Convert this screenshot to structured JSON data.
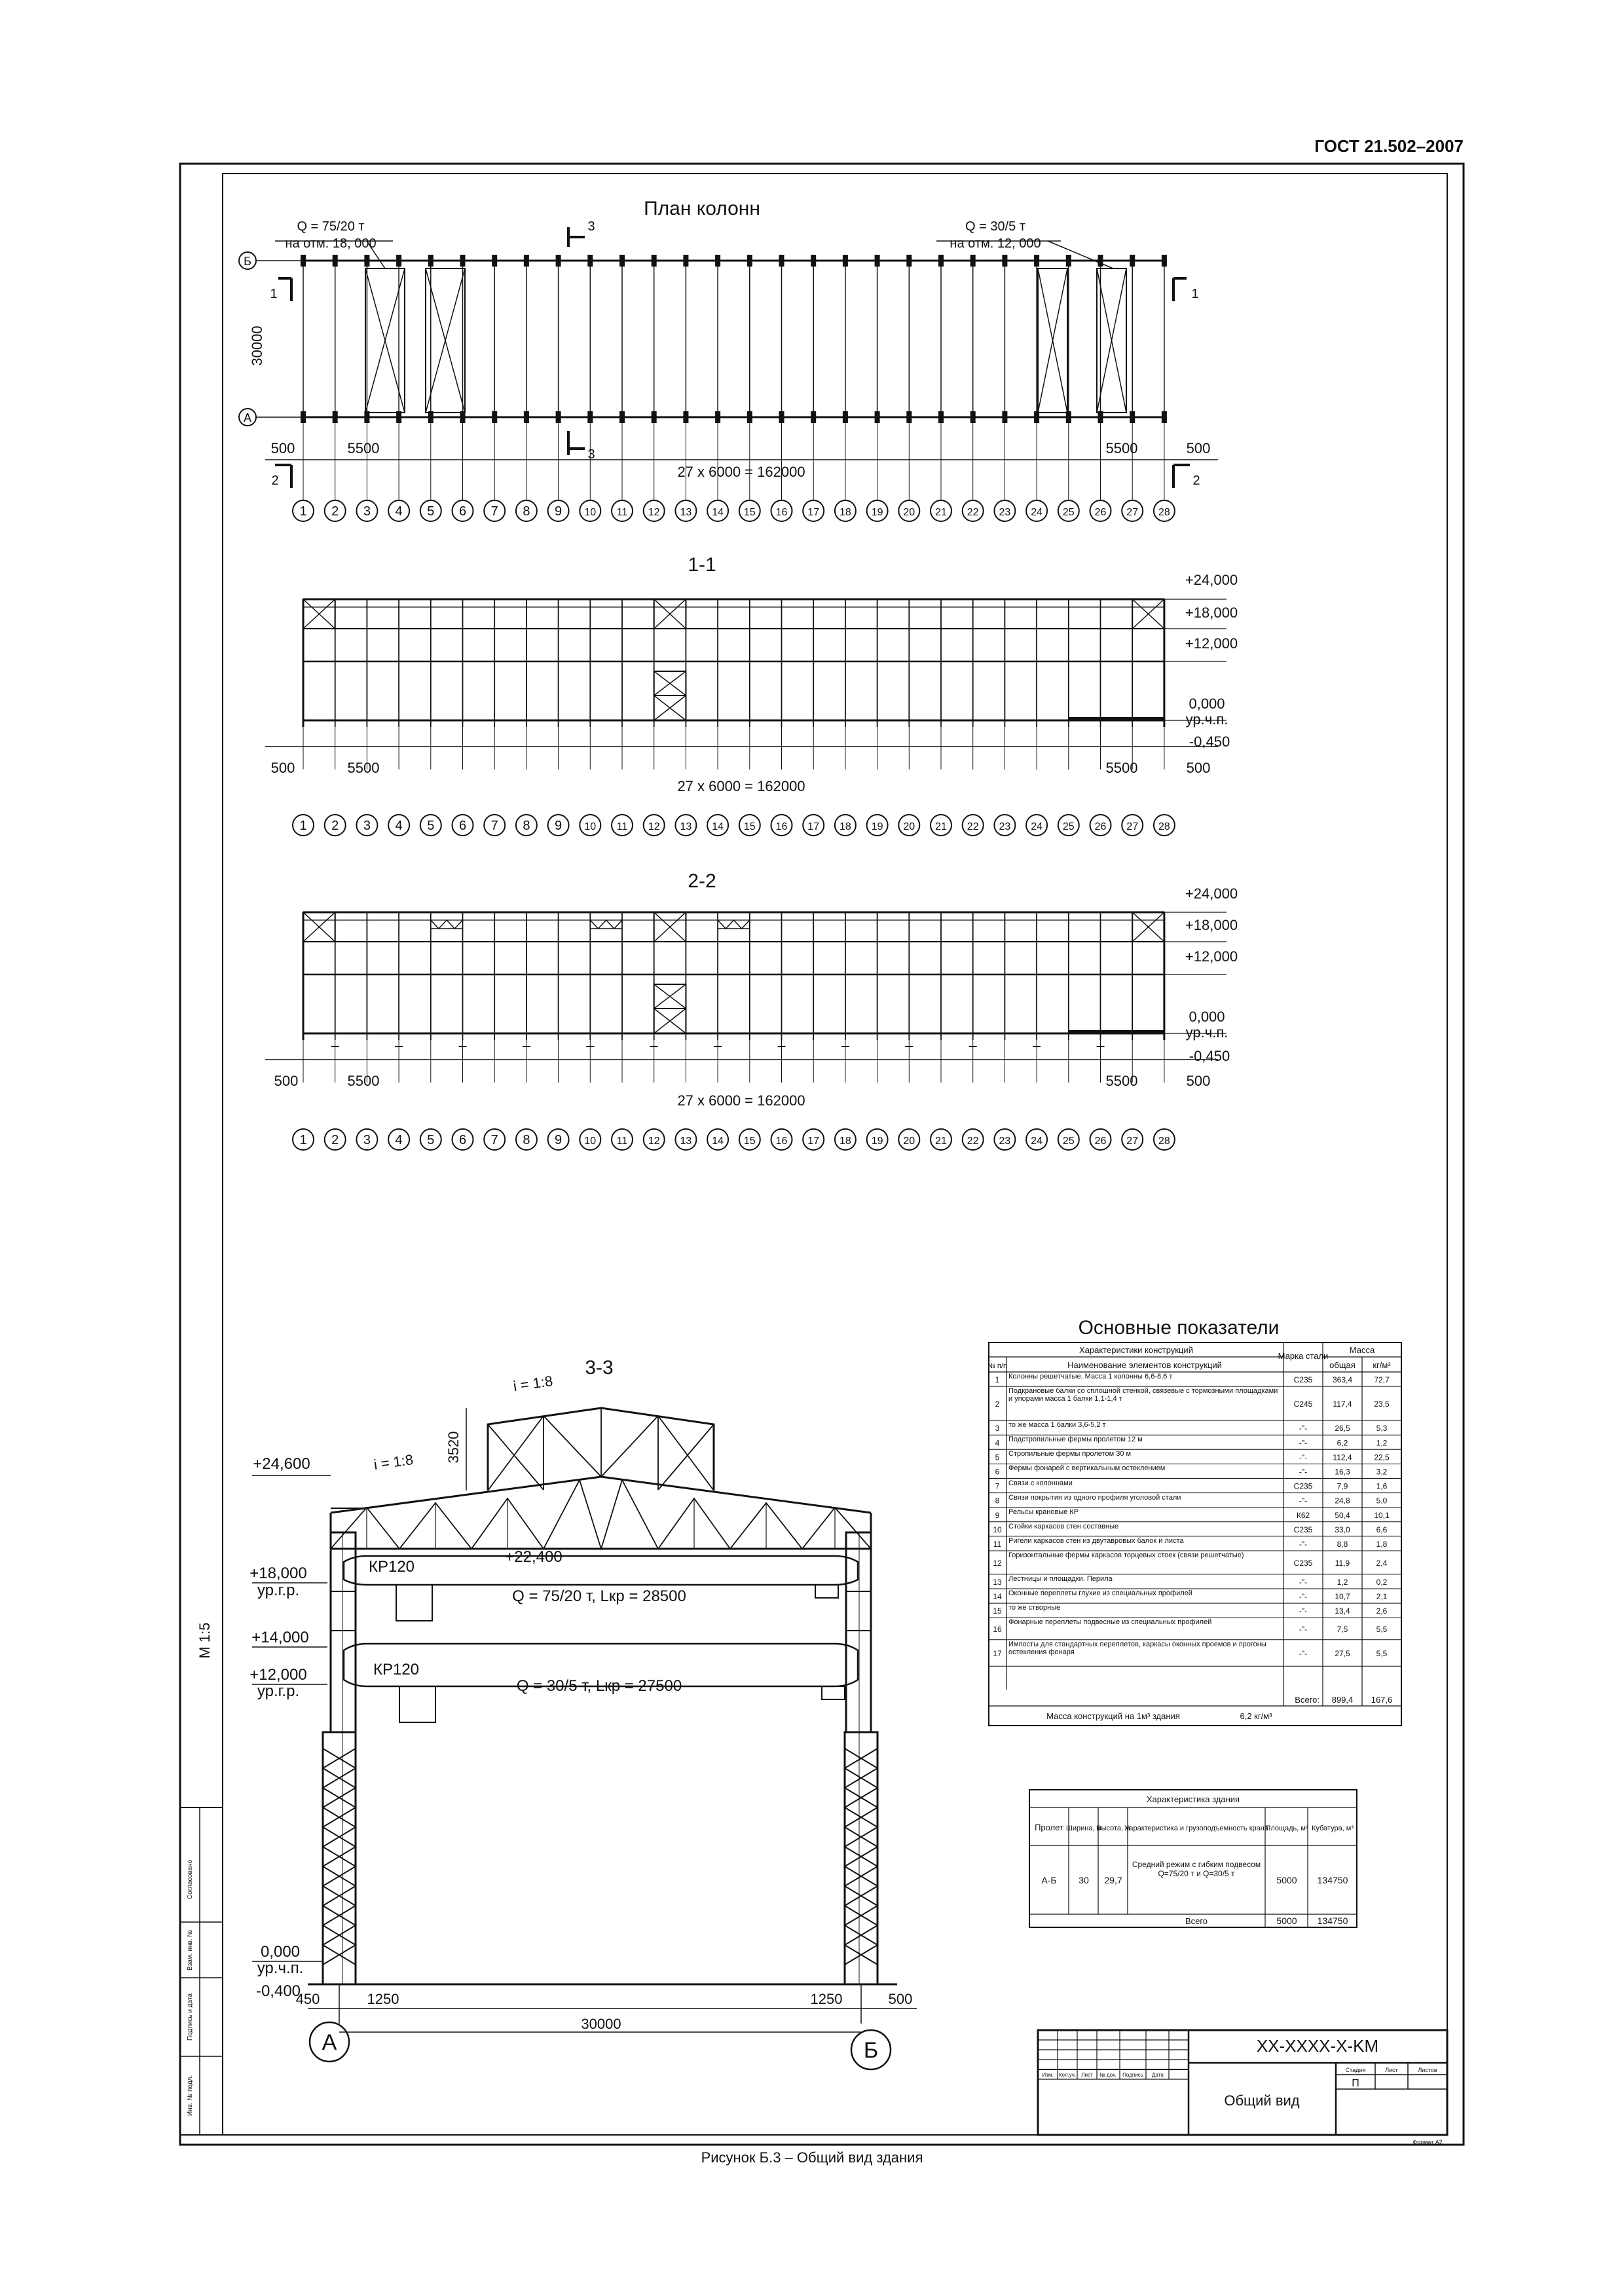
{
  "header": {
    "standard": "ГОСТ 21.502–2007"
  },
  "caption": "Рисунок Б.3 – Общий вид здания",
  "plan": {
    "title": "План колонн",
    "crane_left": "Q = 75/20 т",
    "crane_left_level": "на отм. 18, 000",
    "crane_right": "Q = 30/5 т",
    "crane_right_level": "на отм. 12, 000",
    "span_dim": "30000",
    "axis_b": "Б",
    "axis_a": "А",
    "dim_500_left": "500",
    "dim_5500_left": "5500",
    "dim_total": "27 х 6000 = 162000",
    "dim_5500_right": "5500",
    "dim_500_right": "500",
    "section1": "1",
    "section2": "2",
    "section3": "3"
  },
  "axes": [
    "1",
    "2",
    "3",
    "4",
    "5",
    "6",
    "7",
    "8",
    "9",
    "10",
    "11",
    "12",
    "13",
    "14",
    "15",
    "16",
    "17",
    "18",
    "19",
    "20",
    "21",
    "22",
    "23",
    "24",
    "25",
    "26",
    "27",
    "28"
  ],
  "section11": {
    "title": "1-1",
    "lev1": "+24,000",
    "lev2": "+18,000",
    "lev3": "+12,000",
    "lev4": "0,000",
    "lev5": "ур.ч.п.",
    "lev6": "-0,450",
    "dim_500_left": "500",
    "dim_5500_left": "5500",
    "dim_total": "27 х 6000 = 162000",
    "dim_5500_right": "5500",
    "dim_500_right": "500"
  },
  "section22": {
    "title": "2-2",
    "lev1": "+24,000",
    "lev2": "+18,000",
    "lev3": "+12,000",
    "lev4": "0,000",
    "lev5": "ур.ч.п.",
    "lev6": "-0,450",
    "dim_500_left": "500",
    "dim_5500_left": "5500",
    "dim_total": "27 х 6000 = 162000",
    "dim_5500_right": "5500",
    "dim_500_right": "500"
  },
  "section33": {
    "title": "3-3",
    "slope_top": "i = 1:8",
    "slope_roof": "i = 1:8",
    "lantern_h": "3520",
    "lev_top": "+24,600",
    "lev_truss": "+22,400",
    "lev_18": "+18,000",
    "lev_18_note": "ур.г.р.",
    "rail1": "КР120",
    "crane1": "Q = 75/20 т, Lкр = 28500",
    "lev_14": "+14,000",
    "lev_12": "+12,000",
    "lev_12_note": "ур.г.р.",
    "rail2": "КР120",
    "crane2": "Q = 30/5 т, Lкр = 27500",
    "lev_0": "0,000",
    "lev_0_note": "ур.ч.п.",
    "lev_m04": "-0,400",
    "dim_450": "450",
    "dim_1250_l": "1250",
    "dim_1250_r": "1250",
    "dim_500": "500",
    "dim_span": "30000",
    "axis_a": "А",
    "axis_b": "Б",
    "scale": "М 1:5"
  },
  "indicators": {
    "title": "Основные показатели",
    "h_char": "Характеристики конструкций",
    "h_grade": "Марка стали",
    "h_mass": "Масса",
    "h_no": "№ п/п",
    "h_name": "Наименование элементов конструкций",
    "h_total": "общая",
    "h_perm": "кг/м²",
    "rows": [
      {
        "n": "1",
        "name": "Колонны решетчатые. Масса 1 колонны 6,6-8,6 т",
        "grade": "С235",
        "total": "363,4",
        "perm": "72,7"
      },
      {
        "n": "2",
        "name": "Подкрановые балки со сплошной стенкой, связевые с тормозными площадками и упорами масса 1 балки 1,1-1,4 т",
        "grade": "С245",
        "total": "117,4",
        "perm": "23,5"
      },
      {
        "n": "3",
        "name": "то же масса 1 балки 3,6-5,2 т",
        "grade": "-\"-",
        "total": "26,5",
        "perm": "5,3"
      },
      {
        "n": "4",
        "name": "Подстропильные фермы пролетом 12 м",
        "grade": "-\"-",
        "total": "6,2",
        "perm": "1,2"
      },
      {
        "n": "5",
        "name": "Стропильные фермы пролетом 30 м",
        "grade": "-\"-",
        "total": "112,4",
        "perm": "22,5"
      },
      {
        "n": "6",
        "name": "Фермы фонарей с вертикальным остеклением",
        "grade": "-\"-",
        "total": "16,3",
        "perm": "3,2"
      },
      {
        "n": "7",
        "name": "Связи с колоннами",
        "grade": "С235",
        "total": "7,9",
        "perm": "1,6"
      },
      {
        "n": "8",
        "name": "Связи покрытия из одного профиля уголовой стали",
        "grade": "-\"-",
        "total": "24,8",
        "perm": "5,0"
      },
      {
        "n": "9",
        "name": "Рельсы крановые КР",
        "grade": "К62",
        "total": "50,4",
        "perm": "10,1"
      },
      {
        "n": "10",
        "name": "Стойки каркасов стен составные",
        "grade": "С235",
        "total": "33,0",
        "perm": "6,6"
      },
      {
        "n": "11",
        "name": "Ригели каркасов стен из двутавровых балок и листа",
        "grade": "-\"-",
        "total": "8,8",
        "perm": "1,8"
      },
      {
        "n": "12",
        "name": "Горизонтальные фермы каркасов торцевых стоек (связи решетчатые)",
        "grade": "С235",
        "total": "11,9",
        "perm": "2,4"
      },
      {
        "n": "13",
        "name": "Лестницы и площадки. Перила",
        "grade": "-\"-",
        "total": "1,2",
        "perm": "0,2"
      },
      {
        "n": "14",
        "name": "Оконные переплеты глухие из специальных профилей",
        "grade": "-\"-",
        "total": "10,7",
        "perm": "2,1"
      },
      {
        "n": "15",
        "name": "то же створные",
        "grade": "-\"-",
        "total": "13,4",
        "perm": "2,6"
      },
      {
        "n": "16",
        "name": "Фонарные переплеты подвесные из специальных профилей",
        "grade": "-\"-",
        "total": "7,5",
        "perm": "5,5"
      },
      {
        "n": "17",
        "name": "Импосты для стандартных переплетов, каркасы оконных проемов и прогоны остекления фонаря",
        "grade": "-\"-",
        "total": "27,5",
        "perm": "5,5"
      }
    ],
    "total_label": "Всего:",
    "total_mass": "899,4",
    "total_perm": "167,6",
    "per_volume_label": "Масса конструкций на 1м³ здания",
    "per_volume": "6,2 кг/м³"
  },
  "building": {
    "title": "Характеристика здания",
    "h_span": "Пролет",
    "h_width": "Ширина, м",
    "h_height": "Высота, м",
    "h_crane": "Характеристика и грузоподъемность крана",
    "h_area": "Площадь, м²",
    "h_volume": "Кубатура, м³",
    "span": "А-Б",
    "width": "30",
    "height": "29,7",
    "crane": "Средний режим с гибким подвесом Q=75/20 т и Q=30/5 т",
    "area": "5000",
    "volume": "134750",
    "total_label": "Всего",
    "total_area": "5000",
    "total_volume": "134750"
  },
  "stamp": {
    "code": "XX-XXXX-X-KM",
    "title": "Общий вид",
    "stage": "П",
    "h_stage": "Стадия",
    "h_sheet": "Лист",
    "h_sheets": "Листов",
    "h_izm": "Изм.",
    "h_kol": "Кол.уч.",
    "h_list": "Лист",
    "h_ndoc": "№ док.",
    "h_sign": "Подпись",
    "h_date": "Дата",
    "format": "Формат А2"
  },
  "side_stamp": {
    "s1": "Взам. инв. №",
    "s2": "Подпись и дата",
    "s3": "Инв. № подл.",
    "s4": "Согласовано"
  }
}
